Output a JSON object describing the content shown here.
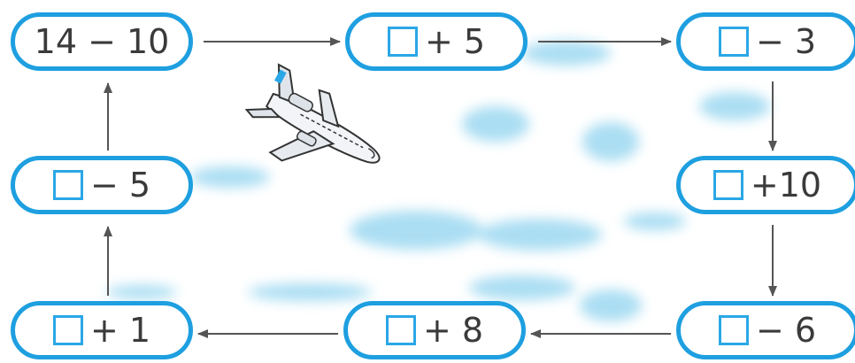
{
  "diagram": {
    "colors": {
      "box_border": "#1e9fe0",
      "square": "#2aa7e6",
      "arrow": "#555555",
      "cloud": "#8fd3ef",
      "text": "#3a3a3a"
    },
    "nodes": [
      {
        "id": "start",
        "text": "14 − 10",
        "has_square": false
      },
      {
        "id": "plus5",
        "text": "+ 5",
        "has_square": true
      },
      {
        "id": "minus3",
        "text": "− 3",
        "has_square": true
      },
      {
        "id": "plus10",
        "text": "+10",
        "has_square": true
      },
      {
        "id": "minus6",
        "text": "− 6",
        "has_square": true
      },
      {
        "id": "plus8",
        "text": "+ 8",
        "has_square": true
      },
      {
        "id": "plus1",
        "text": "+ 1",
        "has_square": true
      },
      {
        "id": "minus5",
        "text": "− 5",
        "has_square": true
      }
    ],
    "flow": [
      "start",
      "plus5",
      "minus3",
      "plus10",
      "minus6",
      "plus8",
      "plus1",
      "minus5",
      "start"
    ],
    "decoration": "airplane-icon"
  }
}
